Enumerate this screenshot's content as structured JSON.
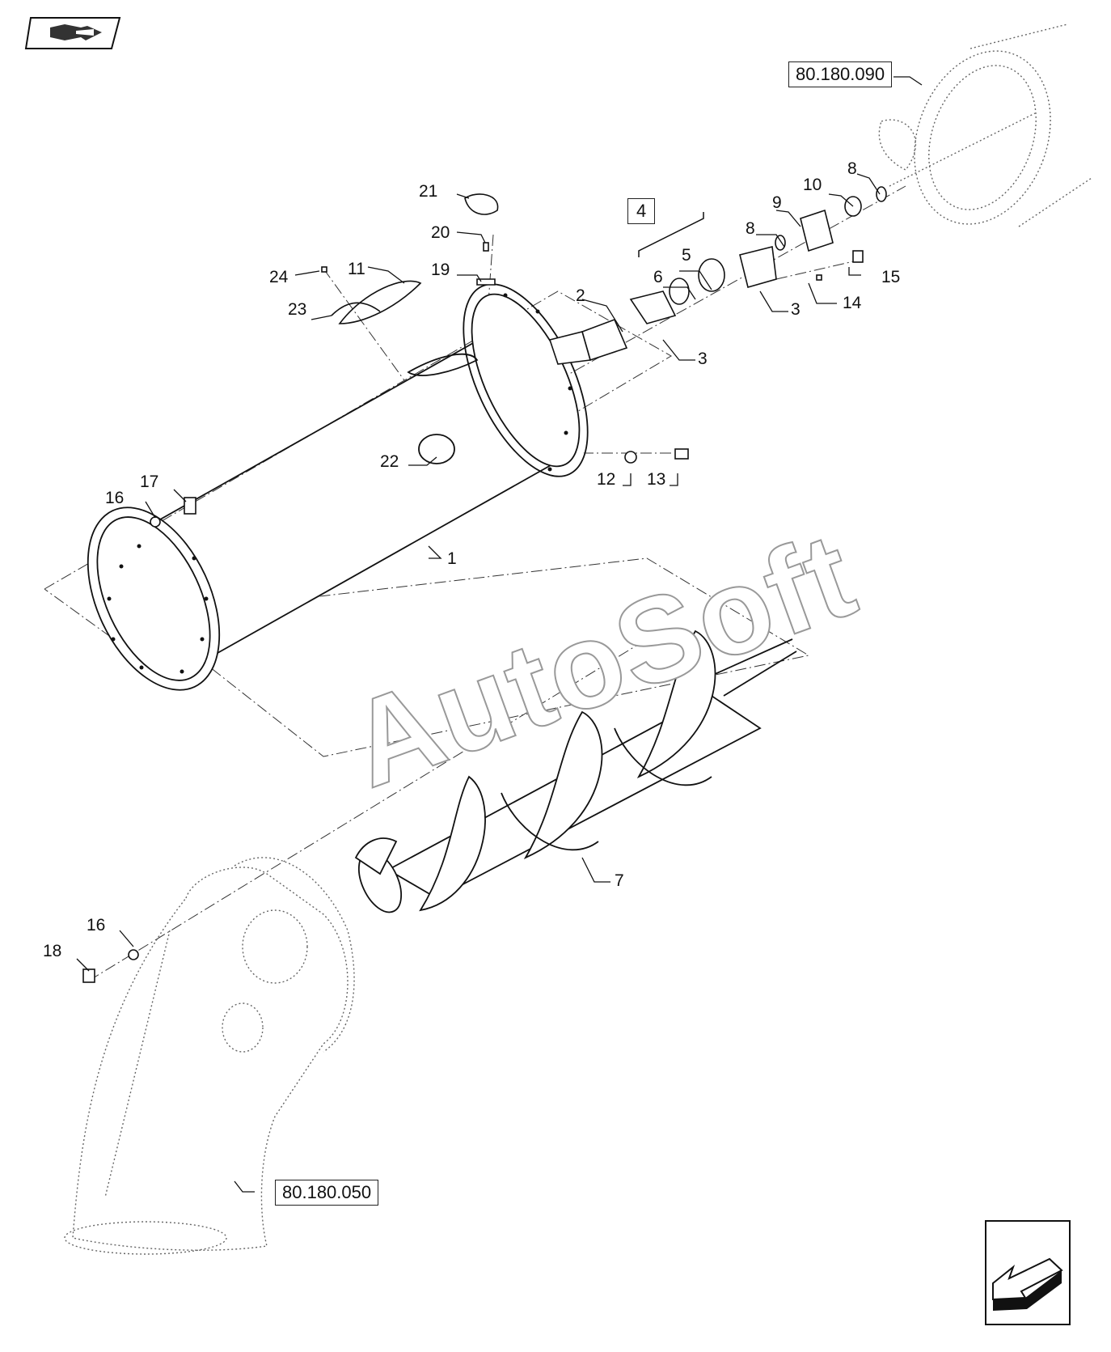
{
  "toolbar": {
    "back_icon": "book-arrow-icon"
  },
  "footer": {
    "next_icon": "next-page-arrow-icon"
  },
  "references": {
    "top": "80.180.090",
    "bottom": "80.180.050"
  },
  "kit_label": "4",
  "callouts": {
    "c1": "1",
    "c2": "2",
    "c3a": "3",
    "c3b": "3",
    "c5": "5",
    "c6": "6",
    "c7": "7",
    "c8a": "8",
    "c8b": "8",
    "c9": "9",
    "c10": "10",
    "c11": "11",
    "c12": "12",
    "c13": "13",
    "c14": "14",
    "c15": "15",
    "c16a": "16",
    "c16b": "16",
    "c17": "17",
    "c18": "18",
    "c19": "19",
    "c20": "20",
    "c21": "21",
    "c22": "22",
    "c23": "23",
    "c24": "24"
  },
  "watermark": "AutoSoft",
  "colors": {
    "line": "#111111",
    "dash": "#333333",
    "dot": "#666666"
  }
}
